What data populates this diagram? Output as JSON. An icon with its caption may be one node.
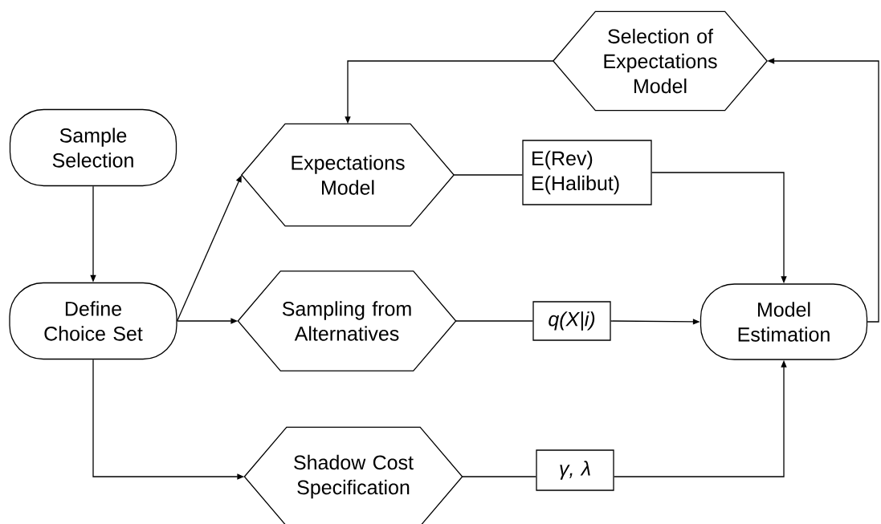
{
  "diagram": {
    "nodes": [
      {
        "text": [
          "Sample Selection"
        ]
      },
      {
        "text": [
          "Define Choice Set"
        ]
      },
      {
        "text": [
          "Selection of Expectations Model"
        ]
      },
      {
        "text": [
          "Expectations Model"
        ]
      },
      {
        "text": [
          "Sampling from Alternatives"
        ]
      },
      {
        "text": [
          "Shadow Cost Specification"
        ]
      },
      {
        "text": [
          "E(Rev) E(Halibut)"
        ]
      },
      {
        "text": [
          "q(X|i)"
        ]
      },
      {
        "text": [
          "γ, λ"
        ]
      },
      {
        "text": [
          "Model Estimation"
        ]
      }
    ],
    "edges": [
      {
        "from": 0,
        "to": 1,
        "arrow": "to"
      },
      {
        "from": 1,
        "to": 3,
        "arrow": "to"
      },
      {
        "from": 1,
        "to": 4,
        "arrow": "to"
      },
      {
        "from": 1,
        "to": 5,
        "arrow": "to"
      },
      {
        "from": 2,
        "to": 3,
        "arrow": "to"
      },
      {
        "from": 3,
        "to": 6,
        "arrow": "none"
      },
      {
        "from": 6,
        "to": 9,
        "arrow": "to"
      },
      {
        "from": 4,
        "to": 7,
        "arrow": "none"
      },
      {
        "from": 7,
        "to": 9,
        "arrow": "to"
      },
      {
        "from": 5,
        "to": 8,
        "arrow": "none"
      },
      {
        "from": 8,
        "to": 9,
        "arrow": "to"
      },
      {
        "from": 9,
        "to": 2,
        "arrow": "to"
      }
    ]
  }
}
